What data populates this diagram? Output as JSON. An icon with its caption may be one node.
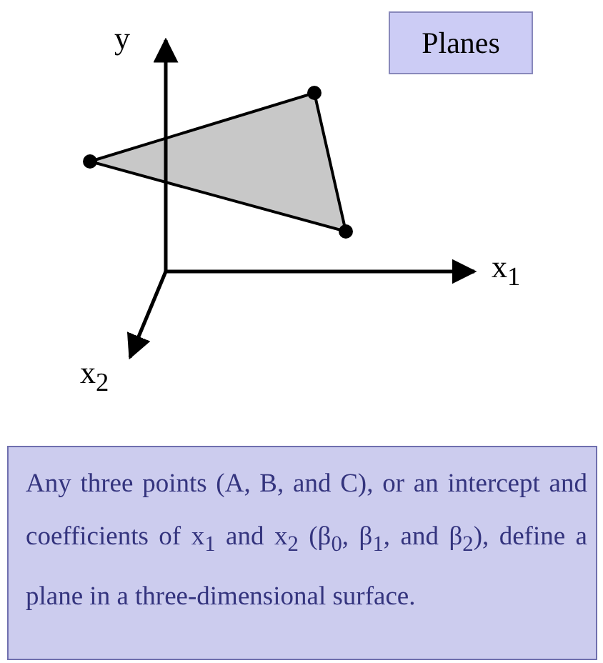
{
  "diagram": {
    "title": "Planes",
    "labels": [
      "y",
      "x$_{1}$",
      "x$_{2}$"
    ],
    "caption": "Any three points (A, B, and C), or an intercept and coefficients of x$_{1}$ and x$_{2}$ (β$_{0}$, β$_{1}$, and β$_{2}$), define a plane in a three-dimensional surface."
  }
}
